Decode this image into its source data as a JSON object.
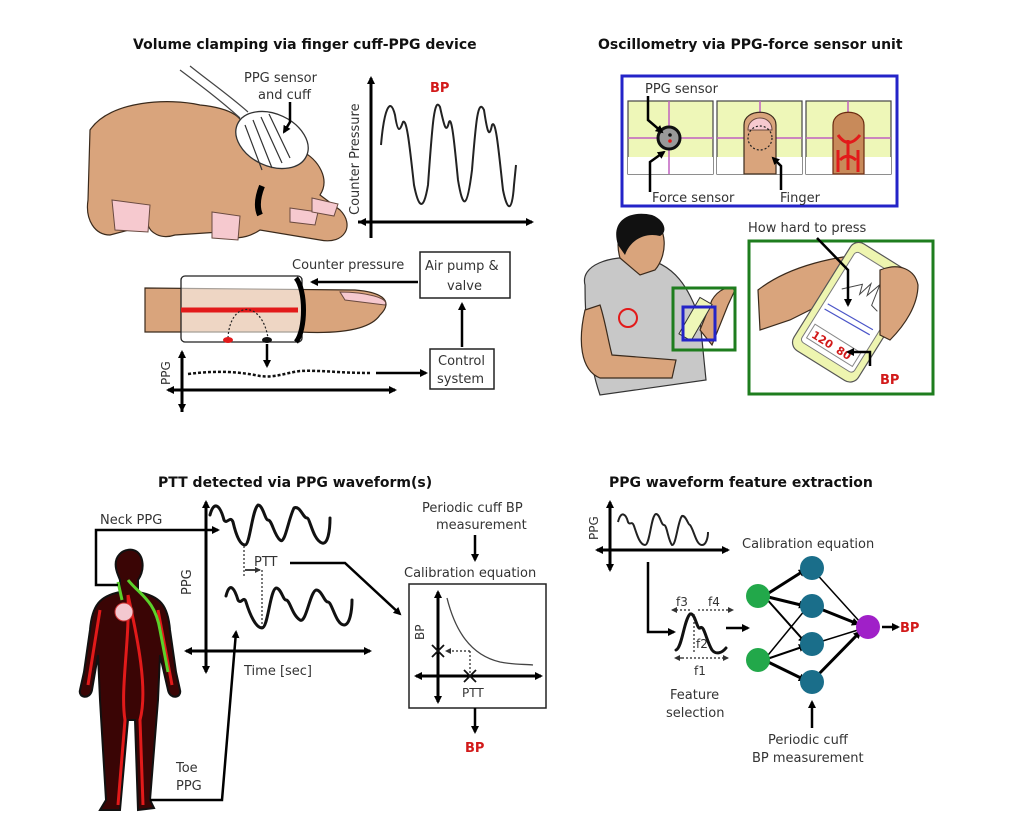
{
  "panels": {
    "volume_clamping": {
      "title": "Volume clamping via finger cuff-PPG device",
      "sensor_label_line1": "PPG sensor",
      "sensor_label_line2": "and cuff",
      "chart_ylabel": "Counter Pressure",
      "chart_bp": "BP",
      "counter_pressure": "Counter pressure",
      "air_pump_line1": "Air pump &",
      "air_pump_line2": "valve",
      "control_line1": "Control",
      "control_line2": "system",
      "ppg_axis": "PPG"
    },
    "oscillometry": {
      "title": "Oscillometry via PPG-force sensor unit",
      "ppg_sensor": "PPG sensor",
      "force_sensor": "Force sensor",
      "finger": "Finger",
      "how_hard": "How hard to press",
      "phone_readout_sys": "120",
      "phone_readout_dia": "80",
      "bp": "BP",
      "box_colors": {
        "blue": "#2424c8",
        "green": "#1e7d1e"
      }
    },
    "ptt": {
      "title": "PTT detected via PPG waveform(s)",
      "neck_ppg": "Neck PPG",
      "toe_ppg_line1": "Toe",
      "toe_ppg_line2": "PPG",
      "ppg_axis": "PPG",
      "ptt_label": "PTT",
      "time_axis": "Time [sec]",
      "periodic_line1": "Periodic cuff BP",
      "periodic_line2": "measurement",
      "calibration": "Calibration equation",
      "cal_y": "BP",
      "cal_x": "PTT",
      "bp": "BP"
    },
    "feature_extraction": {
      "title": "PPG waveform feature extraction",
      "ppg_axis": "PPG",
      "calibration": "Calibration equation",
      "features": [
        "f3",
        "f4",
        "f2",
        "f1"
      ],
      "feature_sel_line1": "Feature",
      "feature_sel_line2": "selection",
      "periodic_line1": "Periodic cuff",
      "periodic_line2": "BP measurement",
      "bp": "BP",
      "node_colors": {
        "input": "#22a84a",
        "hidden": "#1a6e8a",
        "output": "#a020c8"
      }
    }
  }
}
